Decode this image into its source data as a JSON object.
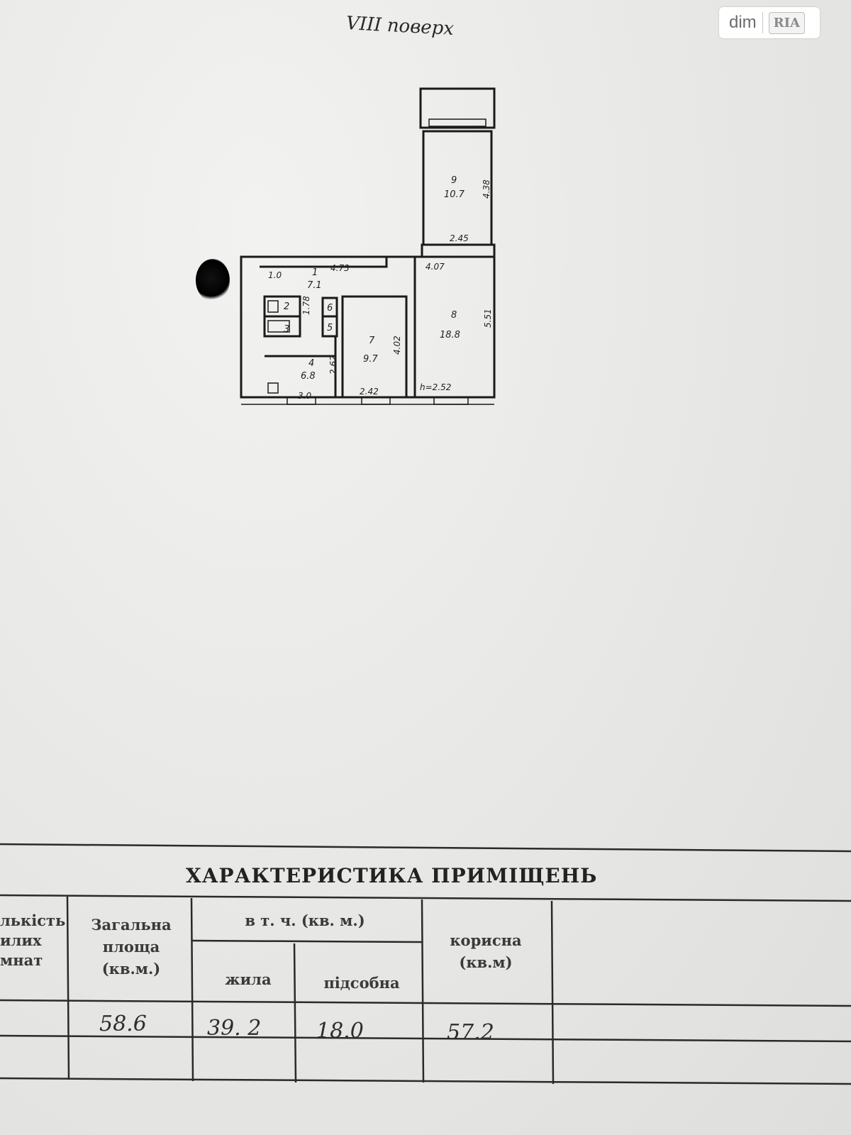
{
  "floor_label": "VIII поверх",
  "watermark": {
    "left": "dim",
    "right": "RIA"
  },
  "plan": {
    "rooms": [
      {
        "id": "1",
        "area": "7.1"
      },
      {
        "id": "2",
        "area": ""
      },
      {
        "id": "3",
        "area": ""
      },
      {
        "id": "4",
        "area": "6.8"
      },
      {
        "id": "5",
        "area": ""
      },
      {
        "id": "6",
        "area": ""
      },
      {
        "id": "7",
        "area": "9.7"
      },
      {
        "id": "8",
        "area": "18.8"
      },
      {
        "id": "9",
        "area": "10.7"
      }
    ],
    "dimensions": [
      "4.73",
      "1.0",
      "1.78",
      "2.62",
      "3.0",
      "4.02",
      "2.42",
      "4.07",
      "5.51",
      "h=2.52",
      "2.45",
      "4.38"
    ]
  },
  "table": {
    "title": "ХАРАКТЕРИСТИКА ПРИМІЩЕНЬ",
    "headers": {
      "rooms_count": "лькість\nилих\nмнат",
      "total_area": "Загальна\nплоща\n(кв.м.)",
      "incl": "в т. ч. (кв. м.)",
      "living": "жила",
      "auxiliary": "підсобна",
      "useful": "корисна\n(кв.м)"
    },
    "values": {
      "total_area": "58.6",
      "living": "39. 2",
      "auxiliary": "18.0",
      "useful": "57.2"
    }
  }
}
